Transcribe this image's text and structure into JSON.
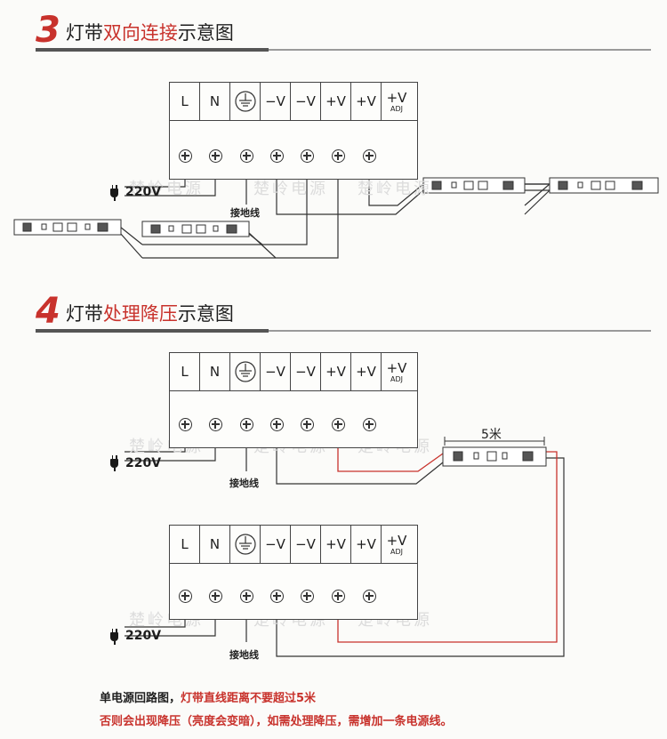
{
  "section3": {
    "number": "3",
    "title_pre": "灯带",
    "title_highlight": "双向连接",
    "title_post": "示意图"
  },
  "section4": {
    "number": "4",
    "title_pre": "灯带",
    "title_highlight": "处理降压",
    "title_post": "示意图"
  },
  "terminals": {
    "L": "L",
    "N": "N",
    "neg1": "−V",
    "neg2": "−V",
    "pos1": "+V",
    "pos2": "+V",
    "adj_main": "+V",
    "adj_sub": "ADJ"
  },
  "voltage_label": "220V",
  "ground_label": "接地线",
  "watermark_text": "楚岭电源",
  "distance_label": "5米",
  "footer": {
    "line1_a": "单电源回路图，",
    "line1_b": "灯带直线距离不要超过5米",
    "line2_a": "否则会出现降压（亮度会变暗），如需处理降压，需增加一条电源线。"
  },
  "colors": {
    "accent": "#c8322c",
    "positive_wire": "#c8322c",
    "wire": "#333333"
  },
  "icons": {
    "ground": "ground-symbol-icon",
    "terminal": "terminal-screw-icon",
    "plug": "power-plug-icon",
    "led": "led-chip-icon"
  }
}
